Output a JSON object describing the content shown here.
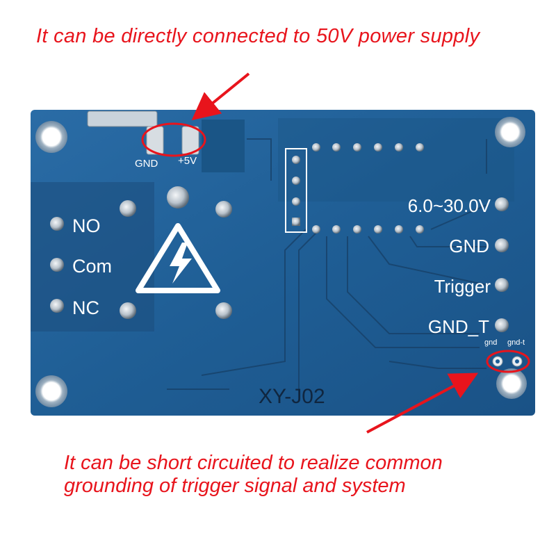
{
  "captions": {
    "top": "It can be directly connected to 50V power supply",
    "bottom_line1": "It can be short circuited to realize common",
    "bottom_line2": "grounding of trigger signal and system"
  },
  "board": {
    "model": "XY-J02",
    "pad_labels": {
      "gnd": "GND",
      "plus5v": "+5V"
    },
    "relay_terminals": [
      "NO",
      "Com",
      "NC"
    ],
    "input_terminals": [
      "6.0~30.0V",
      "GND",
      "Trigger",
      "GND_T"
    ],
    "small_pads": {
      "gnd": "gnd",
      "gnd_t": "gnd-t"
    }
  },
  "colors": {
    "caption": "#e8141c",
    "board": "#1f5f96",
    "annotation": "#e8141c"
  },
  "icons": [
    "high-voltage-warning-icon",
    "arrow-icon"
  ]
}
